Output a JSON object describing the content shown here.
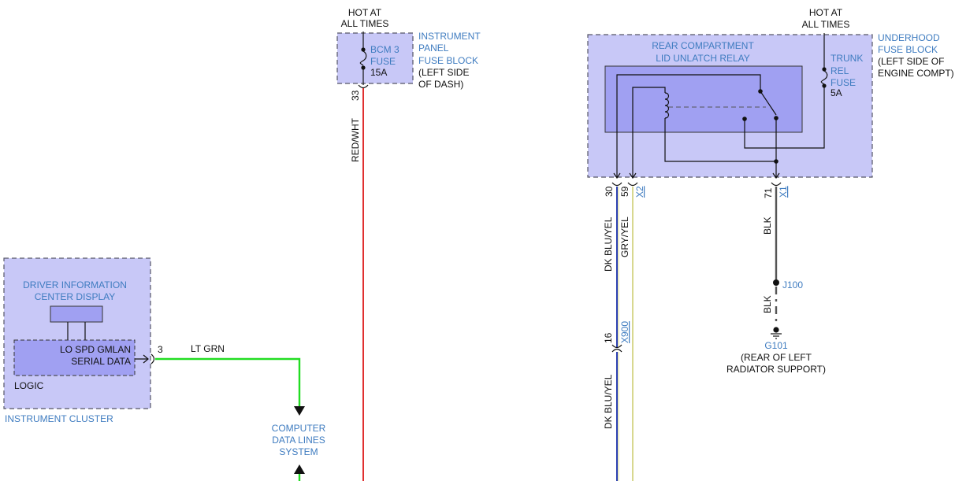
{
  "diagram": {
    "bcm_fuse": {
      "hot_line1": "HOT AT",
      "hot_line2": "ALL TIMES",
      "name_line1": "BCM 3",
      "name_line2": "FUSE",
      "rating": "15A",
      "block_line1": "INSTRUMENT",
      "block_line2": "PANEL",
      "block_line3": "FUSE BLOCK",
      "loc_line1": "(LEFT SIDE",
      "loc_line2": "OF DASH)",
      "pin": "33",
      "wire_color": "RED/WHT"
    },
    "underhood": {
      "hot_line1": "HOT AT",
      "hot_line2": "ALL TIMES",
      "relay_line1": "REAR COMPARTMENT",
      "relay_line2": "LID UNLATCH RELAY",
      "fuse_line1": "TRUNK",
      "fuse_line2": "REL",
      "fuse_line3": "FUSE",
      "fuse_rating": "5A",
      "block_line1": "UNDERHOOD",
      "block_line2": "FUSE BLOCK",
      "loc_line1": "(LEFT SIDE OF",
      "loc_line2": "ENGINE COMPT)",
      "pin_30": "30",
      "pin_59": "59",
      "conn_x2": "X2",
      "pin_71": "71",
      "conn_x1": "X1"
    },
    "wires": {
      "dk_blu_yel_1": "DK BLU/YEL",
      "gry_yel": "GRY/YEL",
      "blk_1": "BLK",
      "blk_2": "BLK",
      "dk_blu_yel_2": "DK BLU/YEL",
      "lt_grn": "LT GRN"
    },
    "ground": {
      "splice": "J100",
      "ground_id": "G101",
      "loc_line1": "(REAR OF LEFT",
      "loc_line2": "RADIATOR SUPPORT)"
    },
    "x900": {
      "pin": "16",
      "conn": "X900"
    },
    "cluster": {
      "title_line1": "DRIVER INFORMATION",
      "title_line2": "CENTER DISPLAY",
      "signal_line1": "LO SPD GMLAN",
      "signal_line2": "SERIAL DATA",
      "logic": "LOGIC",
      "name": "INSTRUMENT CLUSTER",
      "pin": "3"
    },
    "data_lines": {
      "line1": "COMPUTER",
      "line2": "DATA LINES",
      "line3": "SYSTEM"
    },
    "colors": {
      "red_wire": "#e03030",
      "green_wire": "#22dd22",
      "blue_wire": "#2a3fb0",
      "yellow_wire": "#d8d890",
      "black_wire": "#555555",
      "label_blue": "#3f7cc0",
      "box_fill": "#c8c8f7",
      "inner_fill": "#a0a0f2"
    }
  }
}
